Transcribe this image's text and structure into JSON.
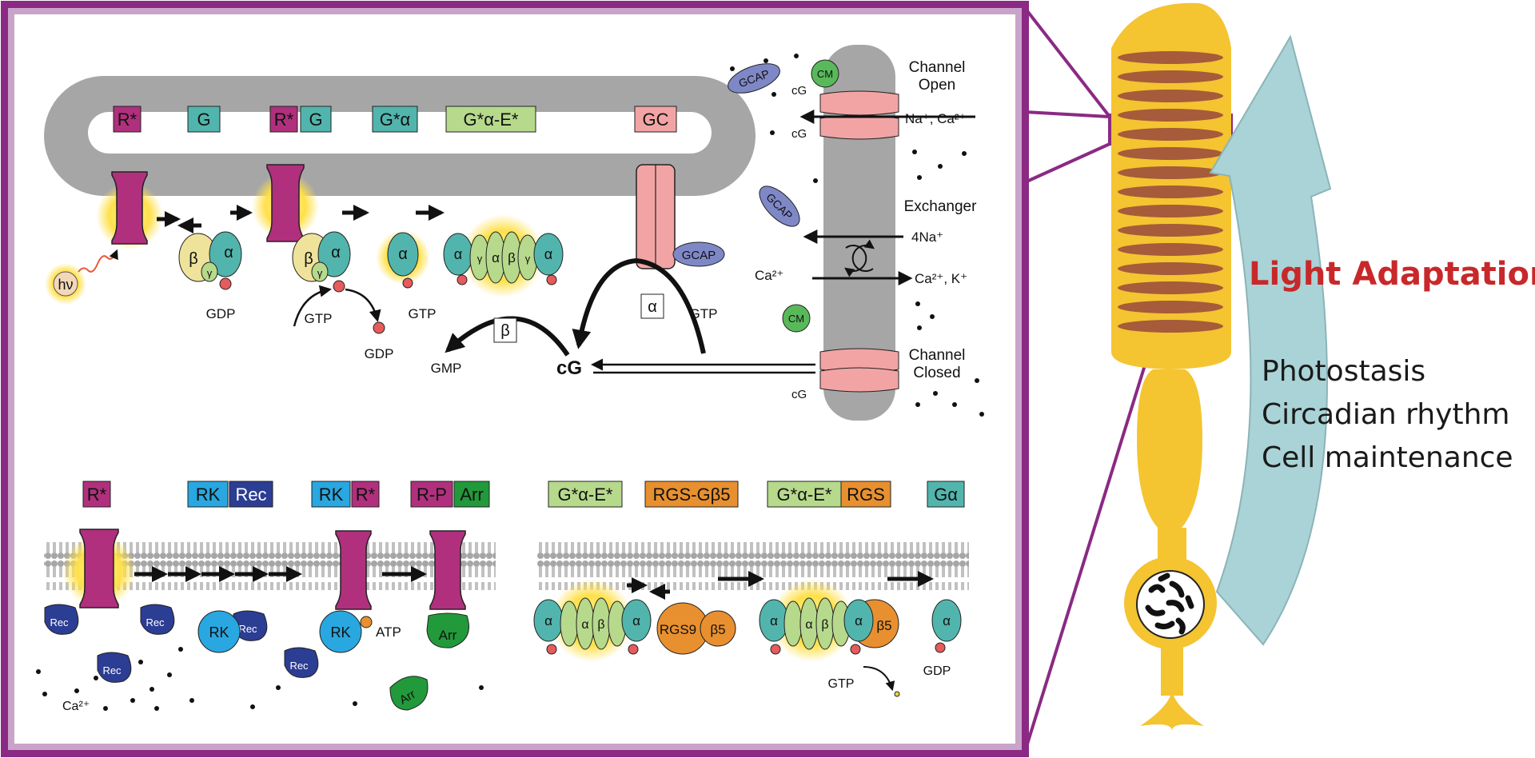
{
  "colors": {
    "frame": "#8a2a84",
    "frame_inner": "#c9a4c8",
    "receptor": "#b0307d",
    "g_alpha": "#52b5ad",
    "g_beta": "#efe29a",
    "g_gamma": "#b6d98c",
    "gc": "#f2a4a4",
    "gcap": "#7f88c7",
    "cm": "#59b95a",
    "rk": "#29a7e0",
    "rec": "#2c3d94",
    "arr": "#22993a",
    "rgs": "#e8902f",
    "membrane": "#a6a6a6",
    "rod": "#f4c431",
    "disc": "#a65b3a",
    "arrow_big": "#a9d3d6",
    "title": "#c8282a"
  },
  "top_boxes": [
    "R*",
    "G",
    "R*",
    "G",
    "G*α",
    "G*α-E*",
    "GC"
  ],
  "top_labels": {
    "hv": "hν",
    "gdp1": "GDP",
    "gtp1": "GTP",
    "gdp2": "GDP",
    "gtp2": "GTP",
    "gmp": "GMP",
    "cg_main": "cG",
    "beta_box": "β",
    "alpha_box": "α",
    "gtp3": "GTP",
    "gcap_membrane": "GCAP"
  },
  "subunits": {
    "alpha": "α",
    "beta": "β",
    "gamma": "γ"
  },
  "channel_panel": {
    "gcap1": "GCAP",
    "gcap2": "GCAP",
    "cm1": "CM",
    "cm2": "CM",
    "channel_open": "Channel\nOpen",
    "na_ca": "Na⁺, Ca²⁺",
    "exchanger": "Exchanger",
    "na4": "4Na⁺",
    "ca_left": "Ca²⁺",
    "ca_k": "Ca²⁺, K⁺",
    "channel_closed": "Channel\nClosed",
    "cg": "cG"
  },
  "bottom_left_boxes": [
    "R*",
    "RK",
    "Rec",
    "RK",
    "R*",
    "R-P",
    "Arr"
  ],
  "bottom_left_labels": {
    "rec": "Rec",
    "rk": "RK",
    "arr": "Arr",
    "atp": "ATP",
    "ca": "Ca²⁺"
  },
  "bottom_right_boxes": [
    "G*α-E*",
    "RGS-Gβ5",
    "G*α-E*",
    "RGS",
    "Gα"
  ],
  "bottom_right_labels": {
    "rgs9": "RGS9",
    "b5": "β5",
    "gtp": "GTP",
    "gdp": "GDP"
  },
  "side": {
    "title": "Light Adaptation ?",
    "items": [
      "Photostasis",
      "Circadian rhythm",
      "Cell maintenance"
    ]
  }
}
